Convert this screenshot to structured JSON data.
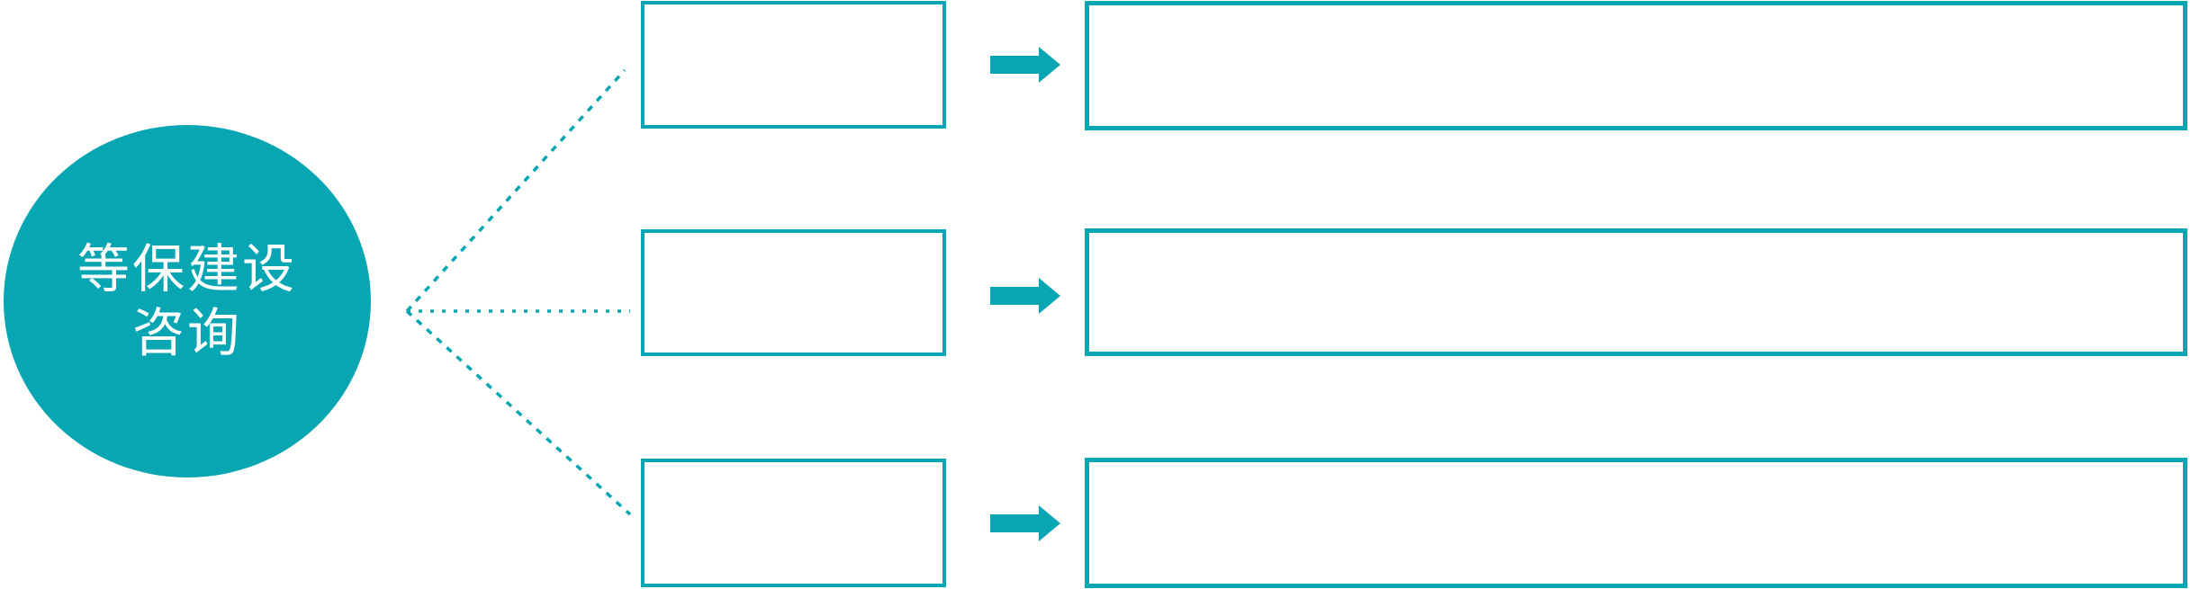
{
  "colors": {
    "accent": "#08a6b2",
    "background": "#ffffff",
    "hub_text": "#ffffff"
  },
  "hub": {
    "label_line1": "等保建设",
    "label_line2": "咨询"
  },
  "rows": [
    {
      "category_label": "",
      "description": ""
    },
    {
      "category_label": "",
      "description": ""
    },
    {
      "category_label": "",
      "description": ""
    }
  ],
  "icons": {
    "arrow": "right-block-arrow",
    "connector": "dotted-line"
  }
}
